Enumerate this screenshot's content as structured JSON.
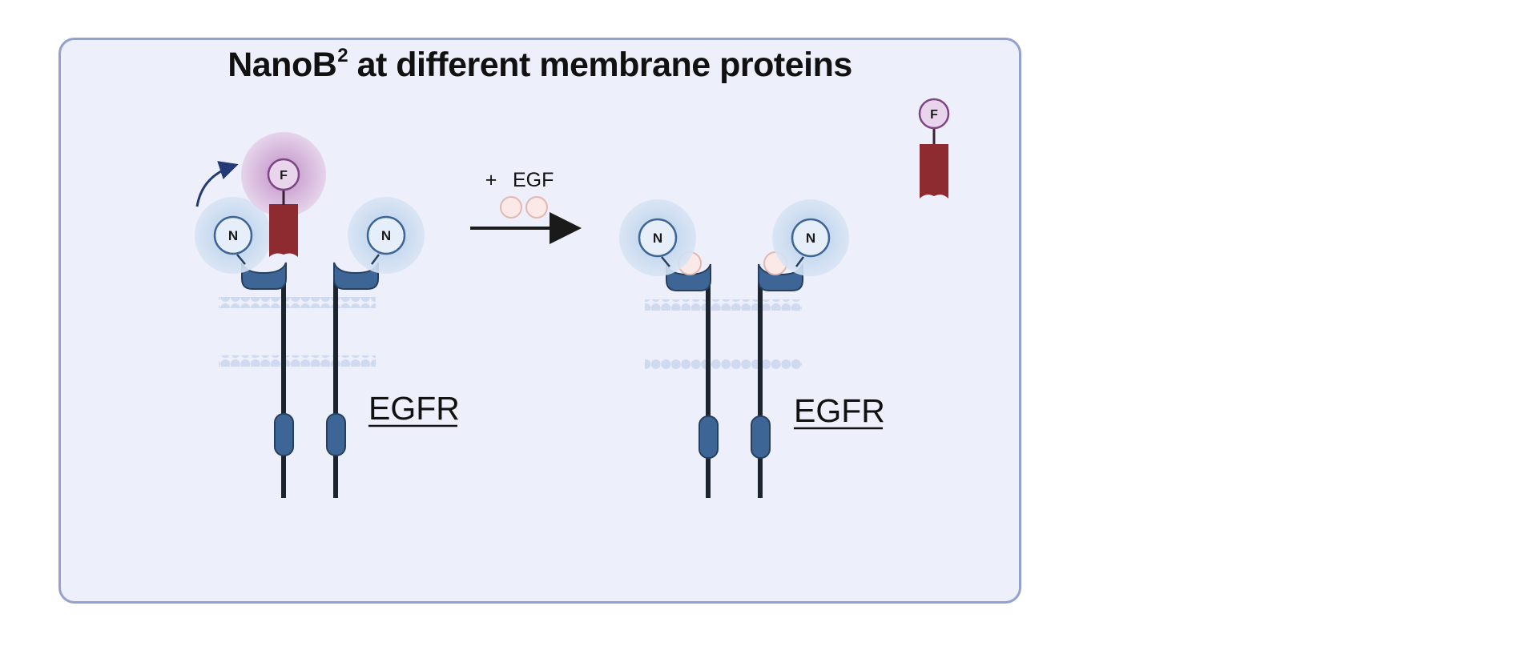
{
  "title": {
    "main": "NanoB",
    "superscript": "2",
    "rest": " at different membrane proteins"
  },
  "labels": {
    "nanoluc": "N",
    "fluor": "F",
    "treatment_plus": "+",
    "treatment": "EGF",
    "receptor_left": "EGFR",
    "receptor_right": "EGFR"
  },
  "colors": {
    "panel_bg": "#edf0fa",
    "panel_border": "#94a0cf",
    "receptor": "#3d6697",
    "receptor_stroke": "#263f60",
    "nanobody": "#8e2b30",
    "nluc_glow": "#c9dbf0",
    "fluor_glow": "#d8b4da",
    "ligand": "#fbe9e7",
    "membrane": "#cfdaf0",
    "arrow": "#1a1a1a",
    "curved_arrow": "#243a76"
  }
}
